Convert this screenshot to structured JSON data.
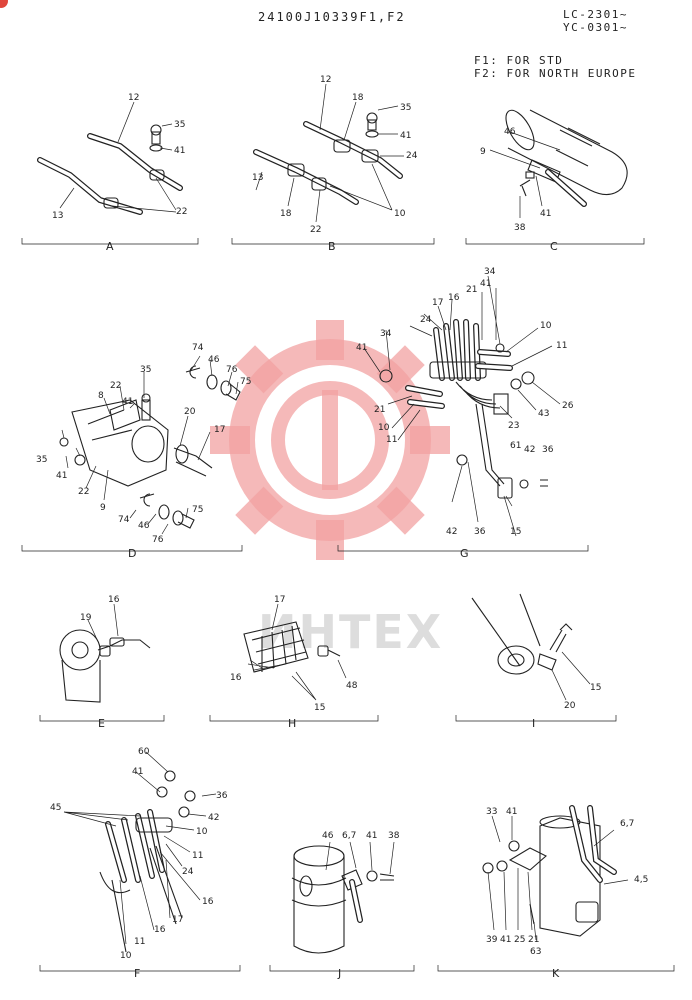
{
  "header": {
    "part_number": "24100J10339F1,F2",
    "model_lc": "LC-2301~",
    "model_yc": "YC-0301~",
    "note_f1": "F1: FOR STD",
    "note_f2": "F2: FOR NORTH EUROPE"
  },
  "watermark": {
    "text": "ИНТЕХ"
  },
  "sections": {
    "A": {
      "label": "A",
      "callouts": [
        "12",
        "35",
        "41",
        "13",
        "22"
      ]
    },
    "B": {
      "label": "B",
      "callouts": [
        "12",
        "18",
        "35",
        "41",
        "24",
        "13",
        "18",
        "22",
        "10"
      ]
    },
    "C": {
      "label": "C",
      "callouts": [
        "46",
        "9",
        "38",
        "41"
      ]
    },
    "D": {
      "label": "D",
      "callouts": [
        "74",
        "46",
        "76",
        "75",
        "35",
        "22",
        "41",
        "8",
        "20",
        "17",
        "35",
        "41",
        "22",
        "9",
        "74",
        "46",
        "75",
        "76"
      ]
    },
    "G": {
      "label": "G",
      "callouts": [
        "34",
        "41",
        "21",
        "17",
        "16",
        "24",
        "34",
        "41",
        "10",
        "11",
        "21",
        "10",
        "11",
        "43",
        "26",
        "23",
        "61",
        "42",
        "36",
        "42",
        "36",
        "15"
      ]
    },
    "E": {
      "label": "E",
      "callouts": [
        "16",
        "19"
      ]
    },
    "H": {
      "label": "H",
      "callouts": [
        "17",
        "16",
        "48",
        "15"
      ]
    },
    "I": {
      "label": "I",
      "callouts": [
        "15",
        "20"
      ]
    },
    "F": {
      "label": "F",
      "callouts": [
        "60",
        "41",
        "36",
        "42",
        "45",
        "10",
        "11",
        "24",
        "16",
        "17",
        "16",
        "11",
        "10"
      ]
    },
    "J": {
      "label": "J",
      "callouts": [
        "46",
        "6,7",
        "41",
        "38"
      ]
    },
    "K": {
      "label": "K",
      "callouts": [
        "33",
        "41",
        "6,7",
        "4,5",
        "39",
        "41",
        "25",
        "21",
        "63"
      ]
    }
  }
}
